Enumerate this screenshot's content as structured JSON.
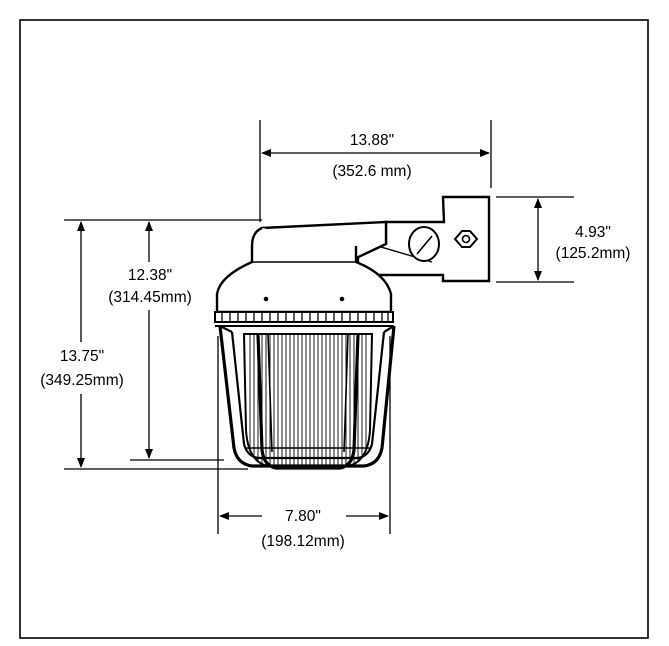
{
  "dimensions": {
    "arm_length": {
      "imperial": "13.88\"",
      "metric": "(352.6 mm)"
    },
    "bracket_height": {
      "imperial": "4.93\"",
      "metric": "(125.2mm)"
    },
    "body_height": {
      "imperial": "12.38\"",
      "metric": "(314.45mm)"
    },
    "overall_height": {
      "imperial": "13.75\"",
      "metric": "(349.25mm)"
    },
    "width": {
      "imperial": "7.80\"",
      "metric": "(198.12mm)"
    }
  },
  "colors": {
    "line": "#000000",
    "background": "#ffffff"
  }
}
